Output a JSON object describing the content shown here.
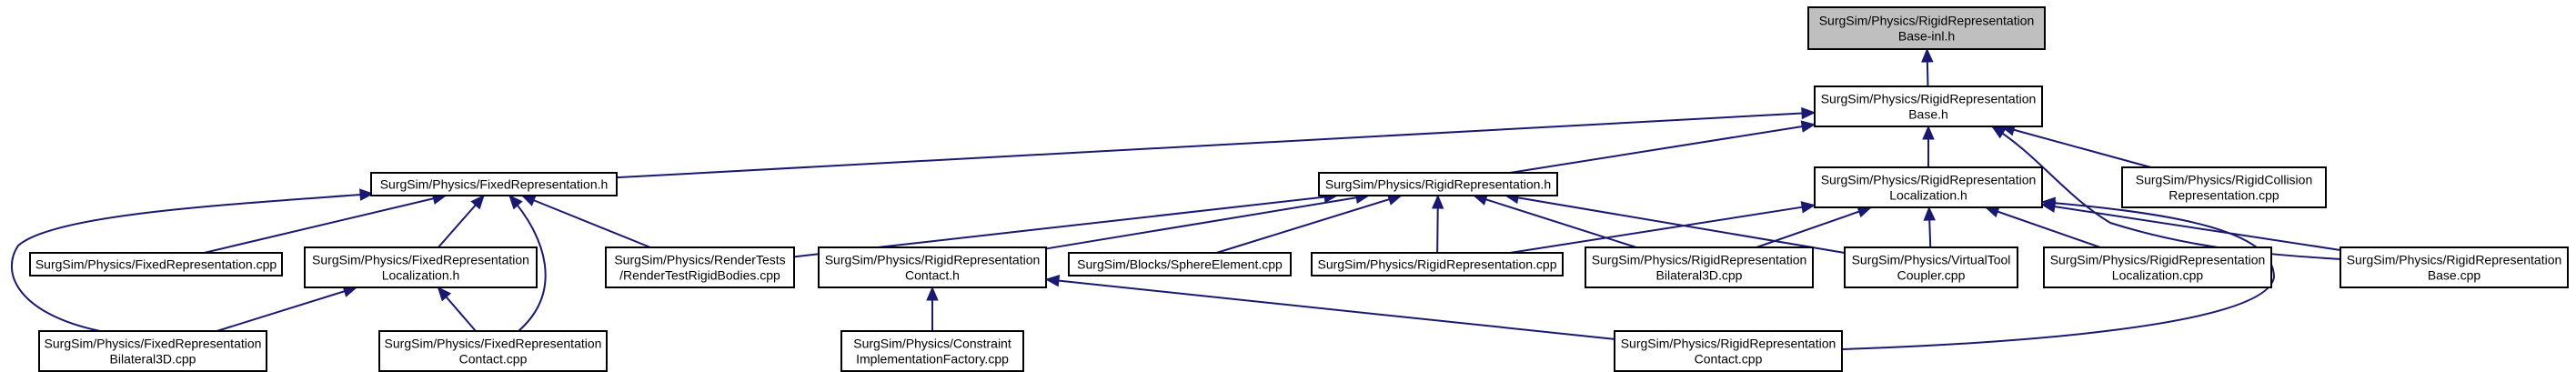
{
  "diagram": {
    "root_fill": "#bfbfbf",
    "node_fill": "#ffffff",
    "edge_color": "#191970",
    "nodes": [
      {
        "id": "rrb_inl",
        "lines": [
          "SurgSim/Physics/RigidRepresentation",
          "Base-inl.h"
        ],
        "root": true
      },
      {
        "id": "rrb_h",
        "lines": [
          "SurgSim/Physics/RigidRepresentation",
          "Base.h"
        ]
      },
      {
        "id": "fr_h",
        "lines": [
          "SurgSim/Physics/FixedRepresentation.h"
        ]
      },
      {
        "id": "rr_h",
        "lines": [
          "SurgSim/Physics/RigidRepresentation.h"
        ]
      },
      {
        "id": "rrl_h",
        "lines": [
          "SurgSim/Physics/RigidRepresentation",
          "Localization.h"
        ]
      },
      {
        "id": "rcr_cpp",
        "lines": [
          "SurgSim/Physics/RigidCollision",
          "Representation.cpp"
        ]
      },
      {
        "id": "fr_cpp",
        "lines": [
          "SurgSim/Physics/FixedRepresentation.cpp"
        ]
      },
      {
        "id": "frl_h",
        "lines": [
          "SurgSim/Physics/FixedRepresentation",
          "Localization.h"
        ]
      },
      {
        "id": "rtrb_cpp",
        "lines": [
          "SurgSim/Physics/RenderTests",
          "/RenderTestRigidBodies.cpp"
        ]
      },
      {
        "id": "rrc_h",
        "lines": [
          "SurgSim/Physics/RigidRepresentation",
          "Contact.h"
        ]
      },
      {
        "id": "se_cpp",
        "lines": [
          "SurgSim/Blocks/SphereElement.cpp"
        ]
      },
      {
        "id": "rr_cpp",
        "lines": [
          "SurgSim/Physics/RigidRepresentation.cpp"
        ]
      },
      {
        "id": "rrb3d_cpp",
        "lines": [
          "SurgSim/Physics/RigidRepresentation",
          "Bilateral3D.cpp"
        ]
      },
      {
        "id": "vtc_cpp",
        "lines": [
          "SurgSim/Physics/VirtualTool",
          "Coupler.cpp"
        ]
      },
      {
        "id": "rrl_cpp",
        "lines": [
          "SurgSim/Physics/RigidRepresentation",
          "Localization.cpp"
        ]
      },
      {
        "id": "rrb_cpp",
        "lines": [
          "SurgSim/Physics/RigidRepresentation",
          "Base.cpp"
        ]
      },
      {
        "id": "frb3d_cpp",
        "lines": [
          "SurgSim/Physics/FixedRepresentation",
          "Bilateral3D.cpp"
        ]
      },
      {
        "id": "frc_cpp",
        "lines": [
          "SurgSim/Physics/FixedRepresentation",
          "Contact.cpp"
        ]
      },
      {
        "id": "cif_cpp",
        "lines": [
          "SurgSim/Physics/Constraint",
          "ImplementationFactory.cpp"
        ]
      },
      {
        "id": "rrc_cpp",
        "lines": [
          "SurgSim/Physics/RigidRepresentation",
          "Contact.cpp"
        ]
      }
    ]
  }
}
